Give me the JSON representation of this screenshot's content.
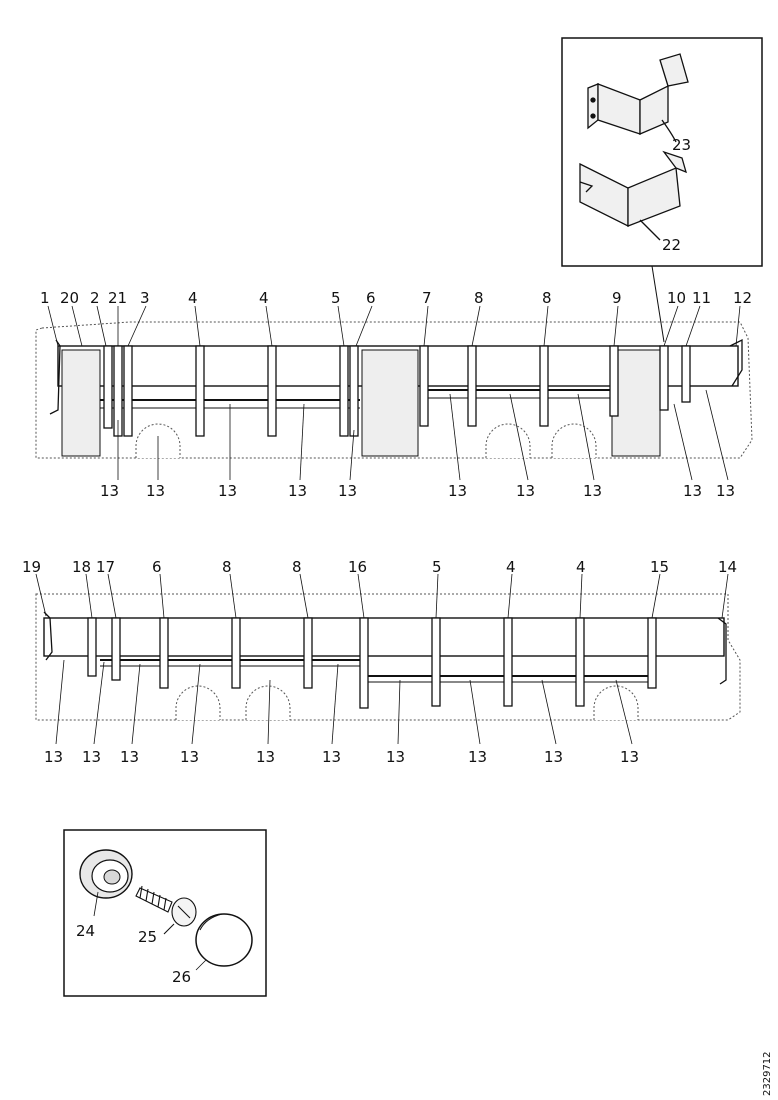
{
  "callouts": {
    "top_row": [
      "1",
      "20",
      "2",
      "21",
      "3",
      "4",
      "4",
      "5",
      "6",
      "7",
      "8",
      "8",
      "9",
      "10",
      "11",
      "12"
    ],
    "top_row_bottom": [
      "13",
      "13",
      "13",
      "13",
      "13",
      "13",
      "13",
      "13",
      "13",
      "13"
    ],
    "bottom_row": [
      "19",
      "18",
      "17",
      "6",
      "8",
      "8",
      "16",
      "5",
      "4",
      "4",
      "15",
      "14"
    ],
    "bottom_row_bottom": [
      "13",
      "13",
      "13",
      "13",
      "13",
      "13",
      "13",
      "13",
      "13",
      "13"
    ],
    "inset_top": [
      "23",
      "22"
    ],
    "inset_bottom": [
      "24",
      "25",
      "26"
    ]
  },
  "reference": "2329712",
  "colors": {
    "line": "#111111",
    "dash": "#555555",
    "shade": "#e6e6e6"
  }
}
